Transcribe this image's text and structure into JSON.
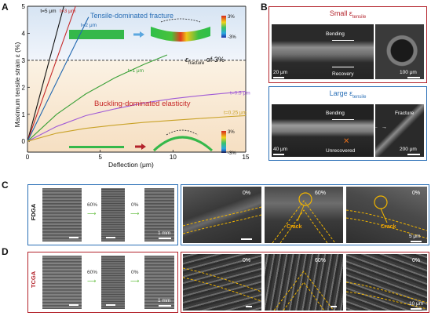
{
  "panel_letters": {
    "a": "A",
    "b": "B",
    "c": "C",
    "d": "D"
  },
  "panel_a": {
    "top_box_title": "Tensile-dominated fracture",
    "bottom_box_title": "Buckling-dominated elasticity",
    "threshold_label_prefix": "ε",
    "threshold_label_sub": "fracture",
    "threshold_label_suffix": " of 3%",
    "colorbar_top_max": "3%",
    "colorbar_top_min": "-3%",
    "colorbar_bottom_max": "3%",
    "colorbar_bottom_min": "-3%"
  },
  "chart_data": {
    "type": "line",
    "xlabel": "Deflection (μm)",
    "ylabel": "Maximum tensile strain ε (%)",
    "xlim": [
      0,
      15
    ],
    "ylim": [
      -0.4,
      5.0
    ],
    "xticks": [
      0,
      5,
      10,
      15
    ],
    "yticks": [
      0,
      1,
      2,
      3,
      4,
      5
    ],
    "threshold_y": 3,
    "series": [
      {
        "name": "t=5 μm",
        "color": "#111111",
        "x": [
          0,
          2.5
        ],
        "y": [
          0,
          5.0
        ]
      },
      {
        "name": "t=3 μm",
        "color": "#c62828",
        "x": [
          0,
          3.3
        ],
        "y": [
          0,
          5.0
        ]
      },
      {
        "name": "t=2 μm",
        "color": "#2067b0",
        "x": [
          0,
          4.2
        ],
        "y": [
          0,
          4.6
        ]
      },
      {
        "name": "t=1 μm",
        "color": "#3aa037",
        "x": [
          0,
          2,
          4,
          6,
          8,
          9.6
        ],
        "y": [
          0,
          1.0,
          1.75,
          2.35,
          2.85,
          3.2
        ]
      },
      {
        "name": "t=0.5 μm",
        "color": "#a05bd6",
        "x": [
          0,
          2,
          4,
          6,
          8,
          10,
          12,
          14,
          15
        ],
        "y": [
          0,
          0.55,
          0.95,
          1.2,
          1.42,
          1.58,
          1.7,
          1.8,
          1.85
        ]
      },
      {
        "name": "t=0.25 μm",
        "color": "#c9a227",
        "x": [
          0,
          2,
          4,
          6,
          8,
          10,
          12,
          14,
          15
        ],
        "y": [
          0,
          0.3,
          0.48,
          0.6,
          0.7,
          0.78,
          0.85,
          0.92,
          0.95
        ]
      }
    ]
  },
  "panel_b": {
    "top_title_prefix": "Small ε",
    "top_title_sub": "tensile",
    "bottom_title_prefix": "Large ε",
    "bottom_title_sub": "tensile",
    "bending_label": "Bending",
    "recovery_label": "Recovery",
    "fracture_label": "Fracture",
    "unrecovered_label": "Unrecovered",
    "scalebar_top_left": "20 μm",
    "scalebar_top_right": "100 μm",
    "scalebar_bottom_left": "40 μm",
    "scalebar_bottom_right": "200 μm"
  },
  "panel_c": {
    "row_label": "FDGA",
    "strain_60": "60%",
    "strain_0": "0%",
    "scalebar_left": "1 mm",
    "zoom_labels": [
      "0%",
      "60%",
      "0%"
    ],
    "crack_label": "Crack",
    "scalebar_right": "5 μm"
  },
  "panel_d": {
    "row_label": "TCGA",
    "strain_60": "60%",
    "strain_0": "0%",
    "scalebar_left": "1 mm",
    "zoom_labels": [
      "0%",
      "60%",
      "0%"
    ],
    "scalebar_right": "10 μm"
  }
}
